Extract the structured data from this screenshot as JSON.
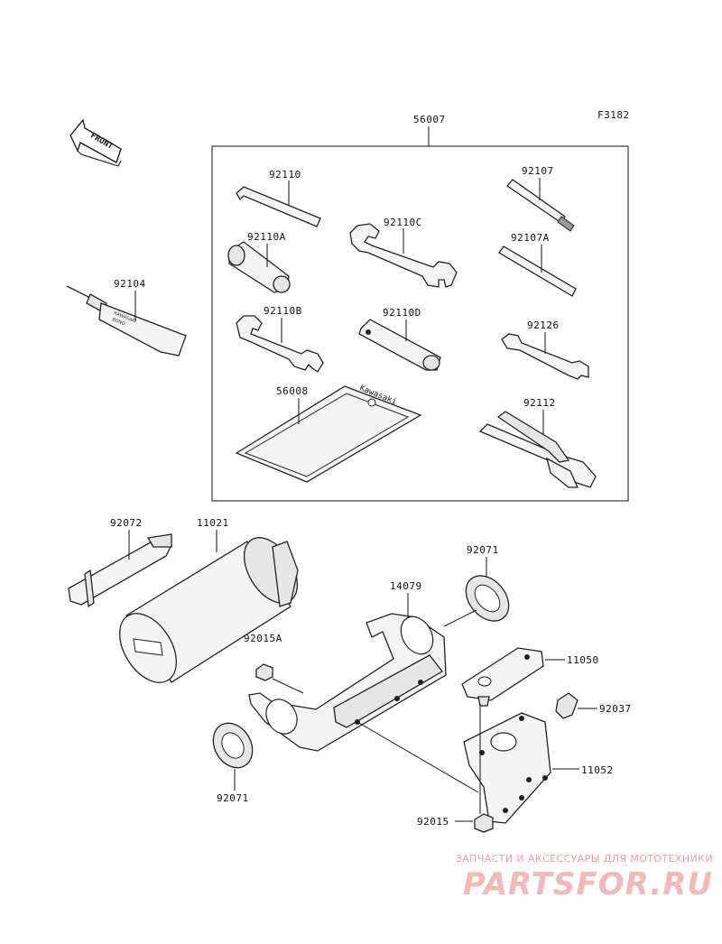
{
  "figure_code": "F3182",
  "front_label": "FRONT",
  "kit_label": "56007",
  "tube_text": [
    "KAWASAKI",
    "BOND"
  ],
  "card_text": "Kawasaki",
  "labels": {
    "hex_key": "92110",
    "screwdriver": "92107",
    "wrench_c": "92110C",
    "socket_a": "92110A",
    "blade_a": "92107A",
    "bond_tube": "92104",
    "wrench_b": "92110B",
    "socket_d": "92110D",
    "small_wrench": "92126",
    "manual_case": "56008",
    "pliers": "92112",
    "strap": "92072",
    "case": "11021",
    "ring_top": "92071",
    "bracket": "14079",
    "cap": "92015A",
    "plate": "11050",
    "clip": "92037",
    "ring_bottom": "92071",
    "mount_bracket": "11052",
    "nut": "92015"
  },
  "watermark": {
    "subtitle": "ЗАПЧАСТИ И АКСЕССУАРЫ ДЛЯ МОТОТЕХНИКИ",
    "brand": "PARTSFOR.RU"
  }
}
